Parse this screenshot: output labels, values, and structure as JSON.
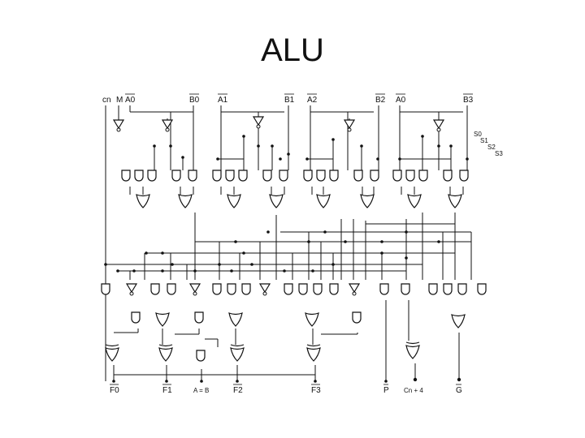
{
  "title": "ALU",
  "inputs": {
    "cn": "cn",
    "m": "M",
    "a0": "A0",
    "b0": "B0",
    "a1": "A1",
    "b1": "B1",
    "a2": "A2",
    "b2": "B2",
    "a3": "A0",
    "b3": "B3"
  },
  "selects": [
    "S0",
    "S1",
    "S2",
    "S3"
  ],
  "outputs": {
    "f0": "F0",
    "f1": "F1",
    "aeqb": "A = B",
    "f2": "F2",
    "f3": "F3",
    "p": "P",
    "cn4": "Cn + 4",
    "g": "G"
  },
  "colors": {
    "line": "#111111",
    "background": "#ffffff"
  }
}
